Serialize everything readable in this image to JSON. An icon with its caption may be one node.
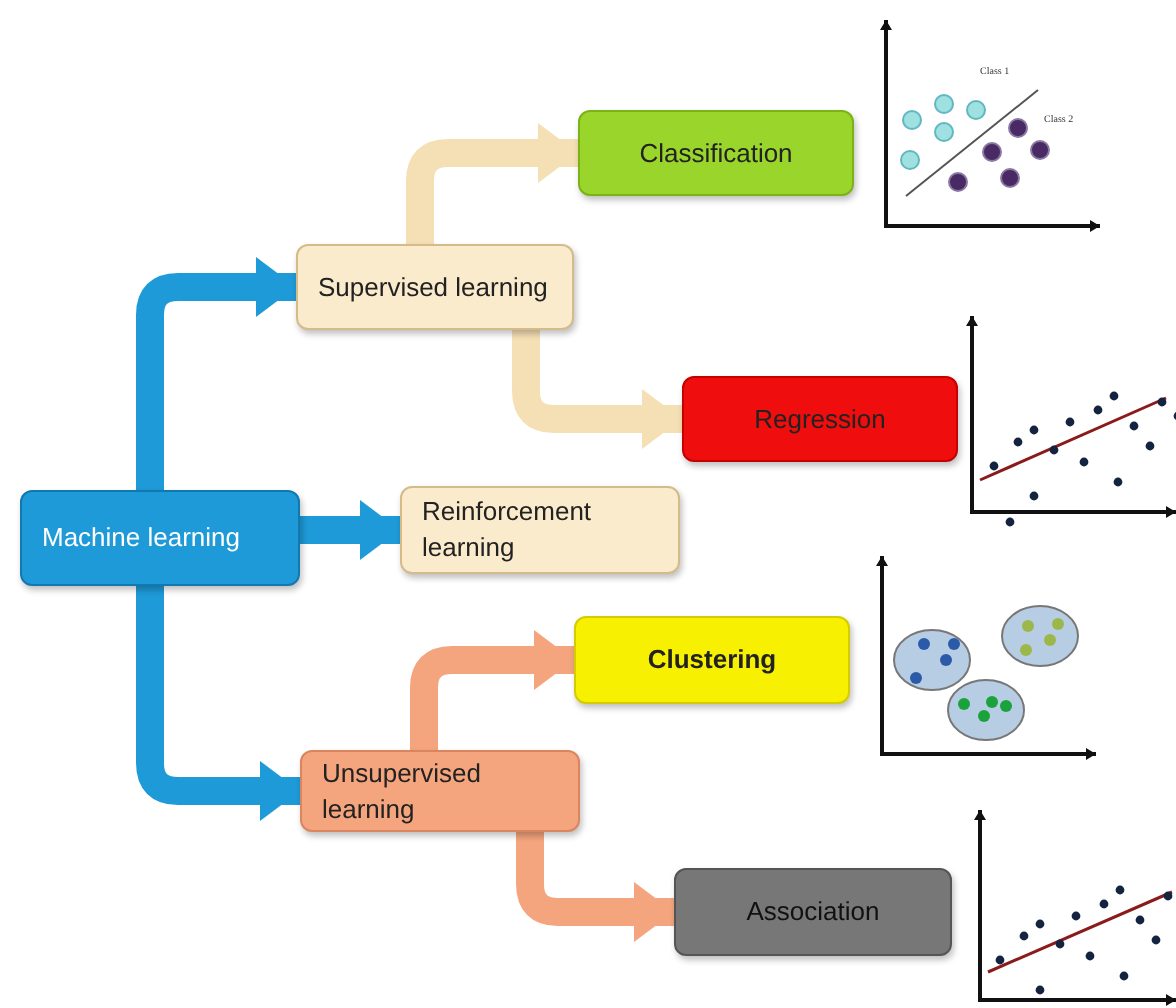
{
  "diagram": {
    "nodes": [
      {
        "text": [
          "Machine learning"
        ]
      },
      {
        "text": [
          "Supervised learning"
        ]
      },
      {
        "text": [
          "Classification"
        ]
      },
      {
        "text": [
          "Regression"
        ]
      },
      {
        "text": [
          "Reinforcement learning"
        ]
      },
      {
        "text": [
          "Clustering"
        ]
      },
      {
        "text": [
          "Unsupervised learning"
        ]
      },
      {
        "text": [
          "Association"
        ]
      }
    ],
    "edges": [
      {
        "from": 0,
        "to": 1,
        "arrow": "to"
      },
      {
        "from": 0,
        "to": 4,
        "arrow": "to"
      },
      {
        "from": 0,
        "to": 6,
        "arrow": "to"
      },
      {
        "from": 1,
        "to": 2,
        "arrow": "to",
        "color": "#f5dfb5"
      },
      {
        "from": 1,
        "to": 3,
        "arrow": "to",
        "color": "#f5dfb5"
      },
      {
        "from": 6,
        "to": 5,
        "arrow": "to",
        "color": "#f4a57e"
      },
      {
        "from": 6,
        "to": 7,
        "arrow": "to",
        "color": "#f4a57e"
      }
    ],
    "labels": [
      "Class 1",
      "Class 2"
    ]
  }
}
